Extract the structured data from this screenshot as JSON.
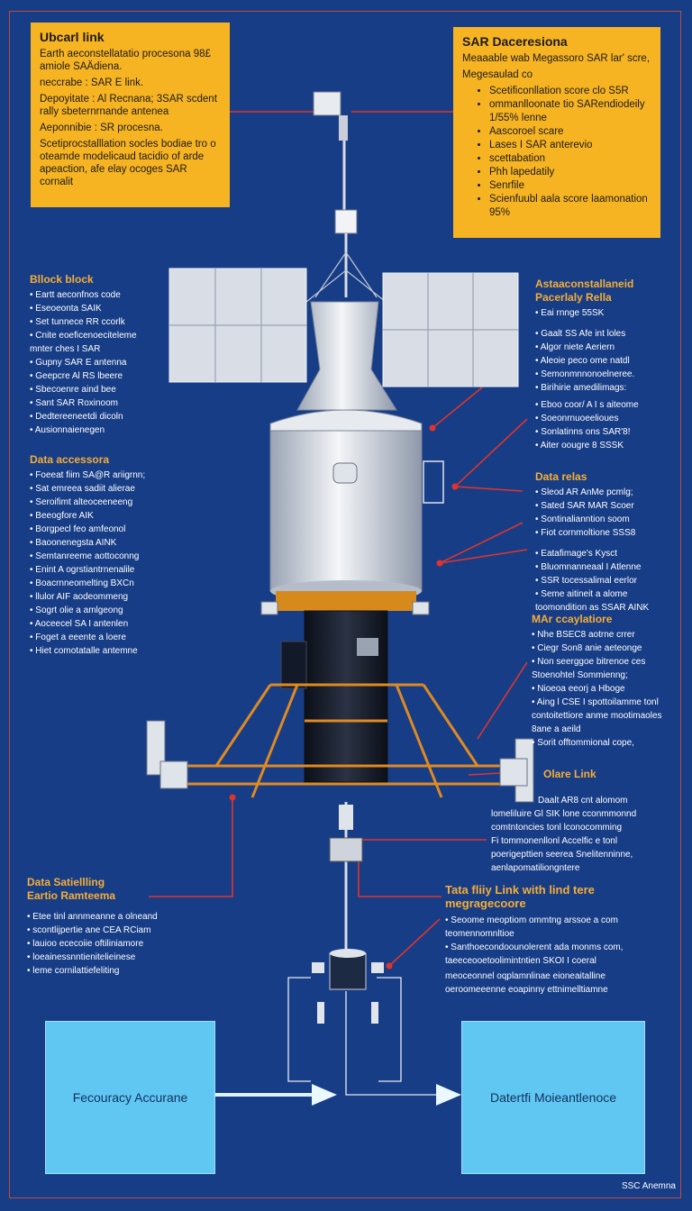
{
  "top_left": {
    "title": "Ubcarl link",
    "lines": [
      "Earth aeconstellatatio procesona 98£ amiole SAÄdiena.",
      "neccrabe : SAR E link.",
      "Depoyitate : Al Recnana; 3SAR scdent rally sbeternrnande antenea",
      "Aeponnibie : SR procesna.",
      "Scetiprocstalllation socles bodiae tro o oteamde modelicaud tacidio of arde apeaction, afe elay ocoges SAR cornalit"
    ]
  },
  "top_right": {
    "title": "SAR Daceresiona",
    "p1": "Meaaable wab Megassoro SAR lar' scre,",
    "p2": "Megesaulad co",
    "items": [
      "Scetificonllation score clo S5R",
      "ommanlloonate tio SARendiodeily 1/55% lenne",
      "Aascoroel scare",
      "Lases I SAR anterevio",
      "scettabation",
      "Phh lapedatily",
      "Senrfile",
      "Scienfuubl aala score laamonation 95%"
    ]
  },
  "left_block": {
    "heading": "Bllock block",
    "items": [
      "Eartt aeconfnos code",
      "Eseoeonta SAIK",
      "Set tunnece RR ccorlk",
      "Cnite eoeficenoeciteleme mnter ches I SAR",
      "Gupny SAR E antenna",
      "Geepcre Al RS lbeere",
      "Sbecoenre aind bee",
      "Sant SAR Roxinoom",
      "Dedtereeneetdi dicoln",
      "Ausionnaienegen"
    ]
  },
  "left_data": {
    "heading": "Data accessora",
    "items": [
      "Foeeat fiim SA@R ariigrnn;",
      "Sat emreea sadiit alierae",
      "Seroifimt alteoceeneeng",
      "Beeogfore AIK",
      "Borgpecl feo amfeonol",
      "Baoonenegsta AINK",
      "Semtanreeme aottoconng",
      "Enint A ogrstiantrnenalile",
      "Boacrnneomelting BXCn",
      "llulor AIF aodeommeng",
      "Sogrt olie a amlgeong",
      "Aoceecel SA I antenlen",
      "Foget a eeente a loere",
      "Hiet comotatalle antemne"
    ]
  },
  "left_bottom": {
    "heading": "Data Satiellling Eartio Ramteema",
    "items": [
      "Etee tinl annmeanne a olneand",
      "scontlijpertie ane CEA RCiam",
      "lauioo ececoiie oftiliniamore",
      "loeainessnntienitelieinese",
      "leme cornilattiefeliting"
    ]
  },
  "right_1": {
    "heading": "Astaaconstallaneid Pacerlaly Rella",
    "items": [
      "Eai rnnge 55SK"
    ],
    "items2": [
      "Gaalt SS Afe int loles",
      "Algor niete Aeriern",
      "Aleoie peco ome natdl",
      "Semonmnnonoelneree.",
      "Birihirie amedilimags:"
    ],
    "items3": [
      "Eboo coor/ A I s aiteome",
      "Soeonrnuoeelioues",
      "Sonlatinns ons SAR'8!",
      "Aiter oougre 8 SSSK"
    ]
  },
  "right_2": {
    "heading": "Data relas",
    "items": [
      "Sleod AR AnMe pcmlg;",
      "Sated SAR MAR Scoer",
      "Sontinalianntion soom",
      "Fiot cornmoltione SSS8"
    ],
    "items2": [
      "Eatafimage's Kysct",
      "Bluomnanneaal I Atlenne",
      "SSR tocessalimal eerlor",
      "Seme aitineit a alome toomondition as SSAR AINK"
    ]
  },
  "right_3": {
    "heading": "MAr ccaylatiore",
    "items": [
      "Nhe BSEC8 aotrne crrer",
      "Ciegr Son8 anie aeteonge",
      "Non seerggoe bitrenoe ces Stoenohtel Sommienng;",
      "Nioeoa eeorj a Hboge",
      "Aing l CSE I spottoilamme tonl contoitettiore anme mootimaoles 8ane a aeild",
      "Sorit offtommional cope,"
    ]
  },
  "right_4": {
    "heading": "Olare Link",
    "lines": [
      "Daalt AR8 cnt alomom",
      "lomeliluire Gl SIK lone cconmmonnd",
      "comtntoncies tonl lconocomming",
      "Fi     tommonenllonl Accelfic e tonl",
      "poerigepttien seerea Snelitenninne,",
      "aenlapomatiliongntere"
    ]
  },
  "right_5": {
    "heading": "Tata fliiy Link with lind tere megragecoore",
    "items": [
      "Seoome meoptiom ommtng arssoe a com teomennomnltioe",
      "Santhoecondoounolerent ada monms com, taeeceooetoolimintntien SKOI I coeral"
    ],
    "lines": [
      "meoceonnel oqplamnlinae eioneaitalline",
      "oeroomeeenne eoapinny ettnimelltiamne"
    ]
  },
  "bottom_left_box": "Fecouracy Accurane",
  "bottom_right_box": "Datertfi Moieantlenoce",
  "footer": "SSC Anemna",
  "colors": {
    "background": "#173d87",
    "yellow_box": "#f7b422",
    "heading_orange": "#f6ae35",
    "leader_red": "#e0342b",
    "blue_box": "#5fc7f2"
  }
}
